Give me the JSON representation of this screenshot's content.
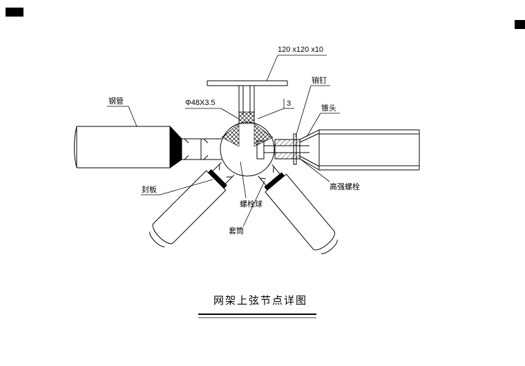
{
  "title": "网架上弦节点详图",
  "labels": {
    "steel_pipe": "钢管",
    "top_plate": "120 x120 x10",
    "phi_spec": "Φ48X3.5",
    "weld_size": "3",
    "pin": "销钉",
    "cone_head": "锥头",
    "seal_plate": "封板",
    "bolt_ball": "螺栓球",
    "sleeve": "套筒",
    "high_strength_bolt": "高强螺栓"
  },
  "colors": {
    "line": "#000000",
    "background": "#ffffff"
  }
}
